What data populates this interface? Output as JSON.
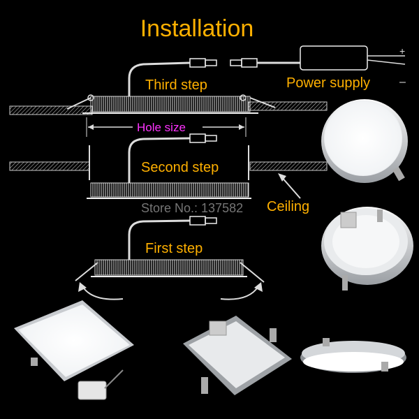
{
  "title": "Installation",
  "steps": {
    "third": "Third step",
    "second": "Second step",
    "first": "First step"
  },
  "labels": {
    "power_supply": "Power supply",
    "hole_size": "Hole size",
    "ceiling": "Ceiling",
    "plus": "+",
    "minus": "–",
    "watermark": "Store No.: 137582"
  },
  "colors": {
    "title": "#ffb000",
    "step_label": "#ffb000",
    "hole_size": "#ff33ff",
    "ceiling": "#ffb000",
    "background": "#000000",
    "line": "#e8e8e8"
  }
}
